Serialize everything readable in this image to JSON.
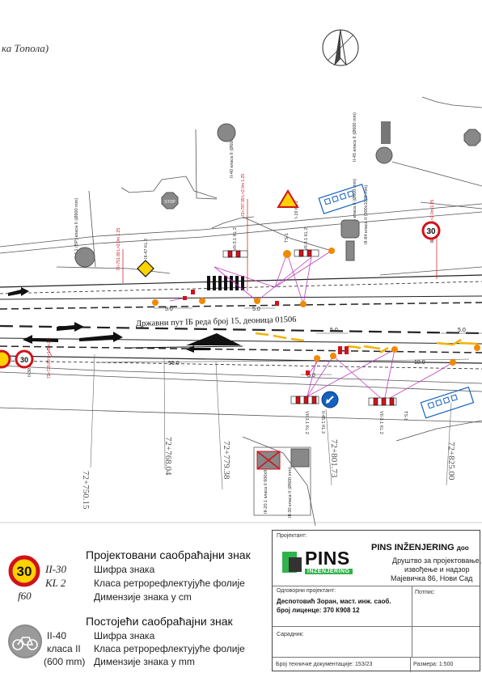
{
  "drawing": {
    "title_fragment": "ка Топола)",
    "road_label": "Државни пут IБ реда број 15, деоница 01506",
    "chainages": [
      "72+750.15",
      "72+768.04",
      "72+779.38",
      "72+801.73",
      "72+825.00"
    ],
    "dims": {
      "d50a": "5.0",
      "d50b": "5.0",
      "d50c": "5.0",
      "d50d": "5.0",
      "d50e": "5.0",
      "d550": "55.0",
      "d100": "10.0"
    },
    "notes": {
      "n1": "III-47 KL 2",
      "n2": "II-4.1 (BP) класа II (Ø600 mm)",
      "n3": "VII-3.1 KL 2",
      "n4": "VII-3.1 KL 2",
      "n5": "I-19 KL 2",
      "n6": "TS-1",
      "n7": "II-40 класа II (Ø600 mm)",
      "n8": "II-45 класа II (Ø600 mm)",
      "n9": "III-84 класа II (300x1000 mm)",
      "n10": "II-45 класа II (Ø600 mm)",
      "n11": "II-30 KL 2",
      "n12": "VII-3.1 KL 2",
      "n13": "II-45.1 KL 2",
      "n14": "VII-3.1 KL 2",
      "n15": "TS-1",
      "n16": "III-20.1 класа II 600x900",
      "n17": "III-30 класа II (Ø600 mm)",
      "n18": "II-30 KL 2"
    },
    "red_notes": {
      "r1": "72+751.89 L=2.0m 1.25",
      "r2": "72+787.99 L=2.0m 1.25",
      "r3": "72+827.30 L=2.0m 1.25",
      "r4": "72+729.89 L=1.5m 2.0"
    },
    "sign_texts": {
      "stop": "STOP",
      "limit": "30",
      "limit2": "30"
    }
  },
  "legend": {
    "projected": {
      "title": "Пројектовани саобраћајни знак",
      "sign_value": "30",
      "code": "II-30",
      "class": "KL 2",
      "size": "f60",
      "line1": "Шифра знака",
      "line2": "Класа ретрорефлектујуће фолије",
      "line3": "Димензије знака у cm"
    },
    "existing": {
      "title": "Постојећи саобраћајни знак",
      "code": "II-40",
      "class": "класа II",
      "size": "(600 mm)",
      "line1": "Шифра знака",
      "line2": "Класа ретрорефлектујуће фолије",
      "line3": "Димензије знака у mm"
    }
  },
  "title_block": {
    "projektant_label": "Пројектант:",
    "logo_text": "PINS",
    "logo_sub": "INŽENJERING",
    "company_name": "PINS INŽENJERING",
    "company_suffix": "доо",
    "company_line1": "Друштво за пројектовање,",
    "company_line2": "извођење и надзор",
    "company_addr": "Мајевичка 86, Нови Сад",
    "responsible_label": "Одговорни пројектант:",
    "responsible_name": "Деспотовић Зоран, маст. инж. саоб.",
    "license": "број лиценце: 370 К908 12",
    "signature_label": "Потпис:",
    "associate_label": "Сарадник:",
    "docnum_label": "Број техничке документације: 153/23",
    "scale_label": "Размера: 1:500"
  },
  "colors": {
    "red": "#d0121b",
    "yellow": "#ffd200",
    "blue": "#1560c0",
    "magenta": "#c03cc0",
    "orange": "#f08a00",
    "logo_green": "#2fb34a"
  }
}
